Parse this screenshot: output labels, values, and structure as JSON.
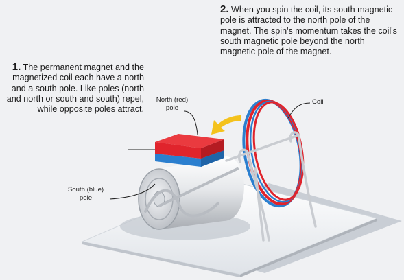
{
  "captions": {
    "step1": {
      "number": "1.",
      "text": "The permanent magnet and the magnetized coil each have a north and a south pole. Like poles (north and north or south and south) repel, while opposite poles attract."
    },
    "step2": {
      "number": "2.",
      "text": "When you spin the coil, its south magnetic pole is attracted to the north pole of the magnet. The spin's momentum takes the coil's south magnetic pole beyond the north magnetic pole of the magnet."
    }
  },
  "labels": {
    "north_pole": "North (red) pole",
    "south_pole": "South (blue) pole",
    "coil": "Coil"
  },
  "colors": {
    "background": "#f0f1f3",
    "north_red": "#e0242c",
    "south_blue": "#2b7fcf",
    "arrow_yellow": "#f4c21c",
    "base": "#ffffff"
  }
}
